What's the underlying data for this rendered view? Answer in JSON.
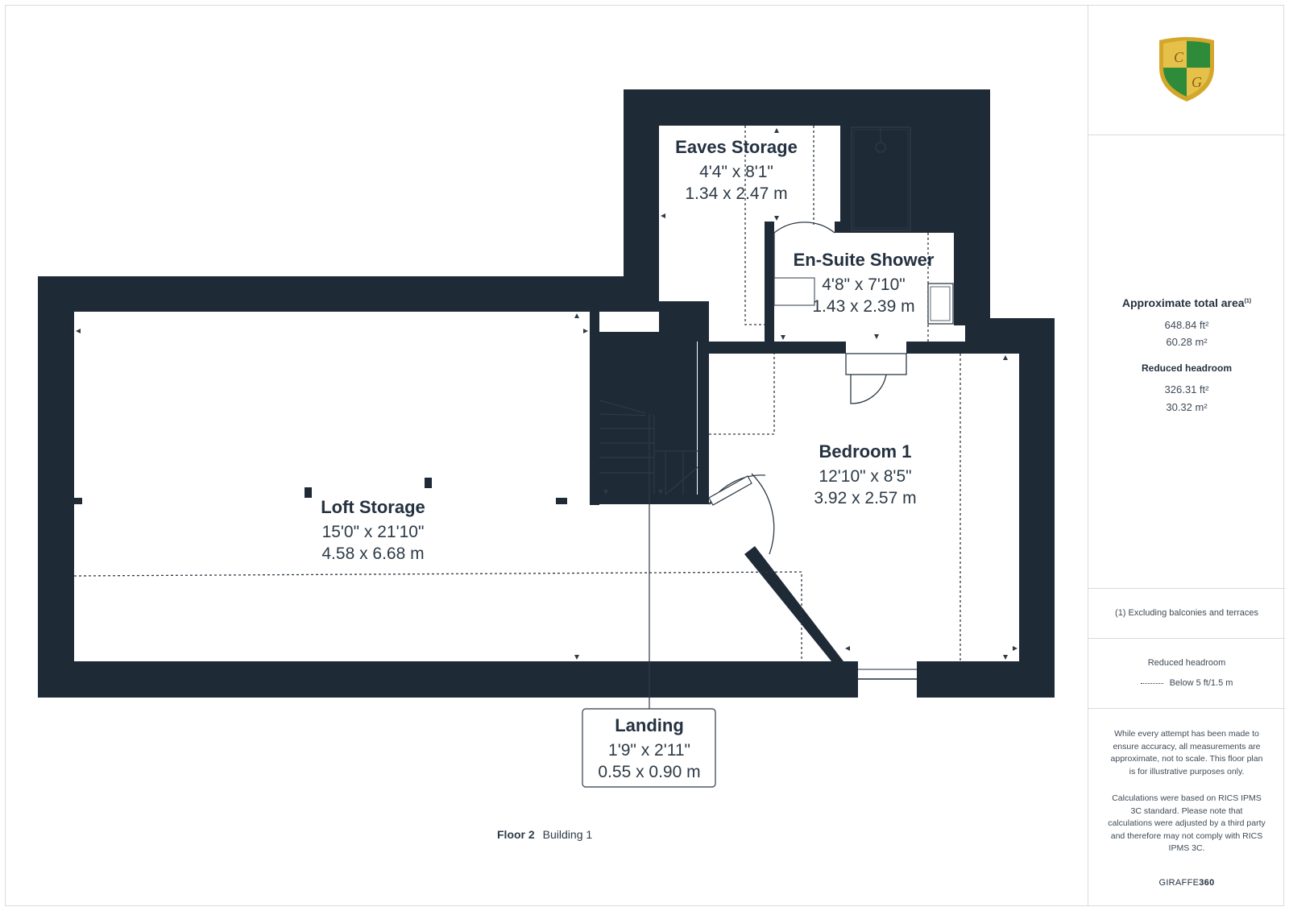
{
  "rooms": {
    "eaves": {
      "name": "Eaves Storage",
      "imperial": "4'4\" x 8'1\"",
      "metric": "1.34 x 2.47 m"
    },
    "ensuite": {
      "name": "En-Suite Shower",
      "imperial": "4'8\" x 7'10\"",
      "metric": "1.43 x 2.39 m"
    },
    "loft": {
      "name": "Loft Storage",
      "imperial": "15'0\" x 21'10\"",
      "metric": "4.58 x 6.68 m"
    },
    "bedroom": {
      "name": "Bedroom 1",
      "imperial": "12'10\" x 8'5\"",
      "metric": "3.92 x 2.57 m"
    },
    "landing": {
      "name": "Landing",
      "imperial": "1'9\" x 2'11\"",
      "metric": "0.55 x 0.90 m"
    }
  },
  "floor": {
    "label": "Floor 2",
    "building": "Building 1"
  },
  "sidebar": {
    "logo_letters": [
      "C",
      "G"
    ],
    "area_title": "Approximate total area",
    "area_title_mark": "(1)",
    "area_ft": "648.84 ft²",
    "area_m": "60.28 m²",
    "reduced_title": "Reduced headroom",
    "reduced_ft": "326.31 ft²",
    "reduced_m": "30.32 m²",
    "note": "(1) Excluding balconies and terraces",
    "legend_title": "Reduced headroom",
    "legend_item": "Below 5 ft/1.5 m",
    "disclaimer_1": "While every attempt has been made to ensure accuracy, all measurements are approximate, not to scale. This floor plan is for illustrative purposes only.",
    "disclaimer_2": "Calculations were based on RICS IPMS 3C standard. Please note that calculations were adjusted by a third party and therefore may not comply with RICS IPMS 3C.",
    "brand_a": "GIRAFFE",
    "brand_b": "360"
  },
  "colors": {
    "wall": "#1f2a37",
    "text": "#2d3a46",
    "logo_green": "#2e8b3a",
    "logo_gold": "#d4a62a"
  }
}
